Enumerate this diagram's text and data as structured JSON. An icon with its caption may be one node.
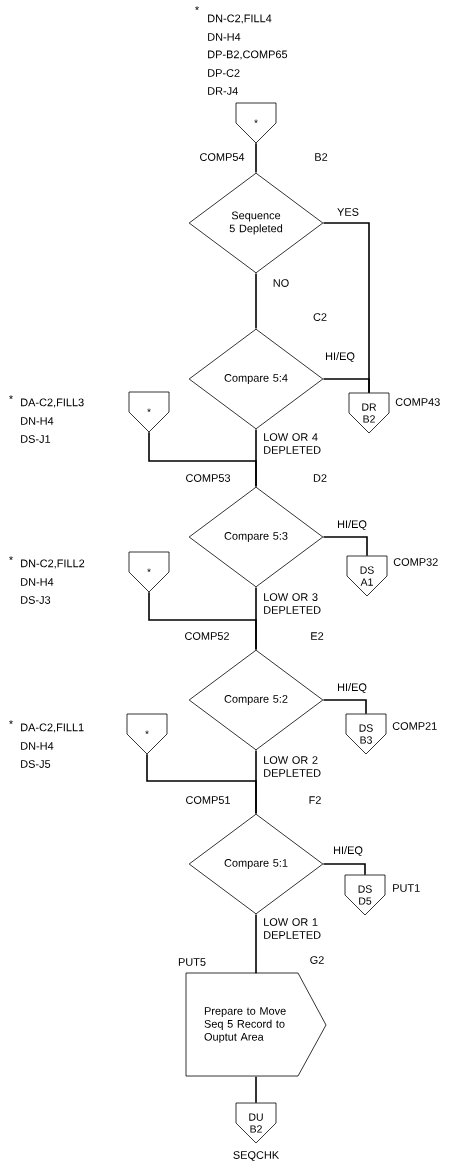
{
  "diagram": {
    "nodes": [
      {
        "text": [
          "*"
        ],
        "beside": [
          "*",
          "DN-C2,FILL4",
          "DN-H4",
          "DP-B2,COMP65",
          "DP-C2",
          "DR-J4"
        ]
      },
      {
        "text": [
          "Sequence 5 Depleted"
        ],
        "beside": [
          "COMP54",
          "B2"
        ]
      },
      {
        "text": [
          "Compare 5:4"
        ],
        "beside": [
          "C2"
        ]
      },
      {
        "text": [
          "DR",
          "B2"
        ],
        "beside": [
          "COMP43"
        ]
      },
      {
        "text": [
          "*"
        ],
        "beside": [
          "*",
          "DA-C2,FILL3",
          "DN-H4",
          "DS-J1"
        ]
      },
      {
        "text": [
          "Compare 5:3"
        ],
        "beside": [
          "COMP53",
          "D2"
        ]
      },
      {
        "text": [
          "DS",
          "A1"
        ],
        "beside": [
          "COMP32"
        ]
      },
      {
        "text": [
          "*"
        ],
        "beside": [
          "*",
          "DN-C2,FILL2",
          "DN-H4",
          "DS-J3"
        ]
      },
      {
        "text": [
          "Compare 5:2"
        ],
        "beside": [
          "COMP52",
          "E2"
        ]
      },
      {
        "text": [
          "DS",
          "B3"
        ],
        "beside": [
          "COMP21"
        ]
      },
      {
        "text": [
          "*"
        ],
        "beside": [
          "*",
          "DA-C2,FILL1",
          "DN-H4",
          "DS-J5"
        ]
      },
      {
        "text": [
          "Compare 5:1"
        ],
        "beside": [
          "COMP51",
          "F2"
        ]
      },
      {
        "text": [
          "DS",
          "D5"
        ],
        "beside": [
          "PUT1"
        ]
      },
      {
        "text": [
          "Prepare to Move Seq 5 Record to Ouptut Area"
        ],
        "beside": [
          "PUT5",
          "G2"
        ]
      },
      {
        "text": [
          "DU",
          "B2"
        ],
        "beside": [
          "SEQCHK"
        ]
      }
    ],
    "edges": [
      {
        "from": 0,
        "to": 1,
        "arrow": "none"
      },
      {
        "from": 1,
        "to": 3,
        "arrow": "none",
        "label": "YES"
      },
      {
        "from": 1,
        "to": 2,
        "arrow": "none",
        "label": "NO"
      },
      {
        "from": 2,
        "to": 3,
        "arrow": "none",
        "label": "HI/EQ"
      },
      {
        "from": 2,
        "to": 5,
        "arrow": "none",
        "label": "LOW OR 4 DEPLETED"
      },
      {
        "from": 4,
        "to": 5,
        "arrow": "none"
      },
      {
        "from": 5,
        "to": 6,
        "arrow": "none",
        "label": "HI/EQ"
      },
      {
        "from": 5,
        "to": 8,
        "arrow": "none",
        "label": "LOW OR 3 DEPLETED"
      },
      {
        "from": 7,
        "to": 8,
        "arrow": "none"
      },
      {
        "from": 8,
        "to": 9,
        "arrow": "none",
        "label": "HI/EQ"
      },
      {
        "from": 8,
        "to": 11,
        "arrow": "none",
        "label": "LOW OR 2 DEPLETED"
      },
      {
        "from": 10,
        "to": 11,
        "arrow": "none"
      },
      {
        "from": 11,
        "to": 12,
        "arrow": "none",
        "label": "HI/EQ"
      },
      {
        "from": 11,
        "to": 13,
        "arrow": "none",
        "label": "LOW OR 1 DEPLETED"
      },
      {
        "from": 13,
        "to": 14,
        "arrow": "none"
      }
    ]
  }
}
